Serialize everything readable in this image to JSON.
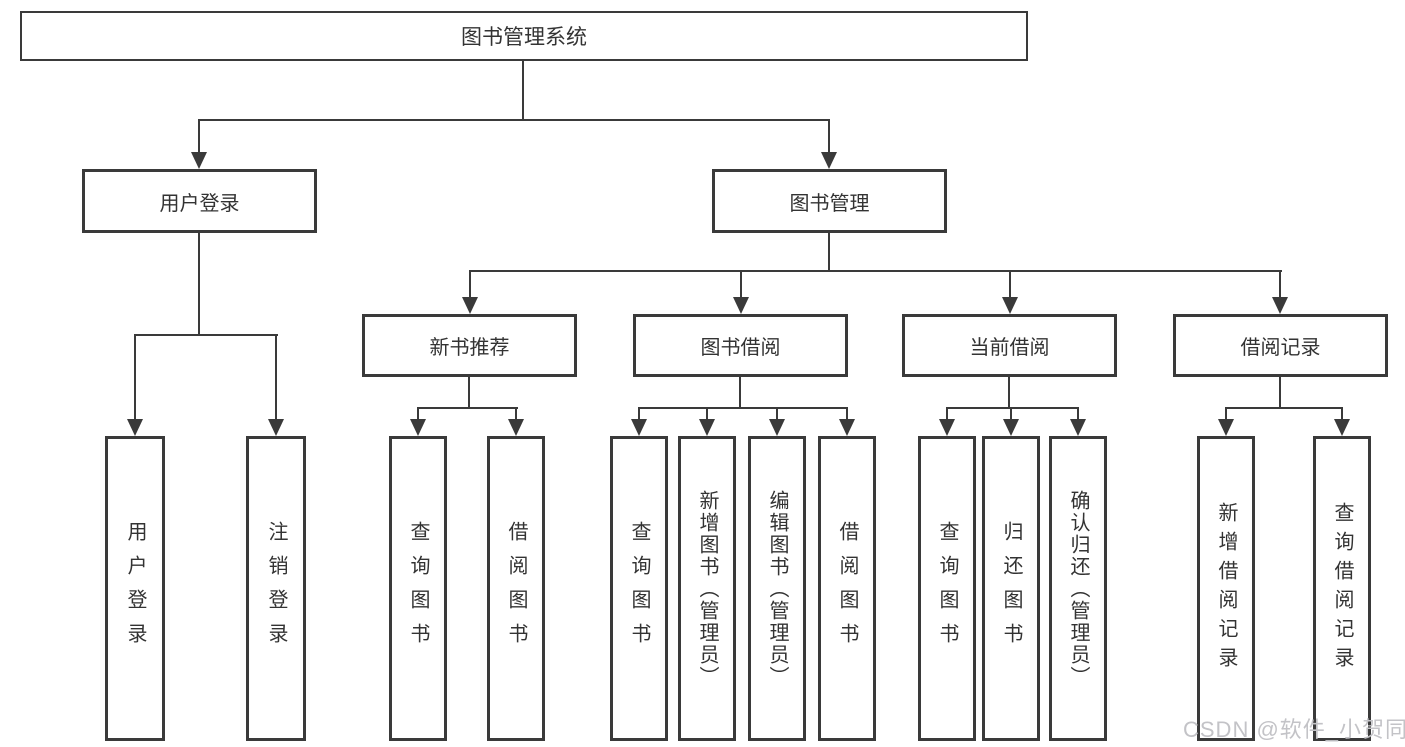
{
  "diagram": {
    "root": {
      "label": "图书管理系统"
    },
    "branches": [
      {
        "label": "用户登录",
        "children": [
          {
            "label": "用户登录"
          },
          {
            "label": "注销登录"
          }
        ]
      },
      {
        "label": "图书管理",
        "sections": [
          {
            "label": "新书推荐",
            "children": [
              {
                "label": "查询图书"
              },
              {
                "label": "借阅图书"
              }
            ]
          },
          {
            "label": "图书借阅",
            "children": [
              {
                "label": "查询图书"
              },
              {
                "label": "新增图书（管理员）"
              },
              {
                "label": "编辑图书（管理员）"
              },
              {
                "label": "借阅图书"
              }
            ]
          },
          {
            "label": "当前借阅",
            "children": [
              {
                "label": "查询图书"
              },
              {
                "label": "归还图书"
              },
              {
                "label": "确认归还（管理员）"
              }
            ]
          },
          {
            "label": "借阅记录",
            "children": [
              {
                "label": "新增借阅记录"
              },
              {
                "label": "查询借阅记录"
              }
            ]
          }
        ]
      }
    ]
  },
  "watermark": {
    "text": "CSDN @软件_小贺同学"
  },
  "colors": {
    "line": "#3a3a3a",
    "box_border": "#3a3a3a",
    "box_fill": "#ffffff",
    "text": "#333333",
    "watermark": "#c3c3c7",
    "background": "#ffffff"
  }
}
